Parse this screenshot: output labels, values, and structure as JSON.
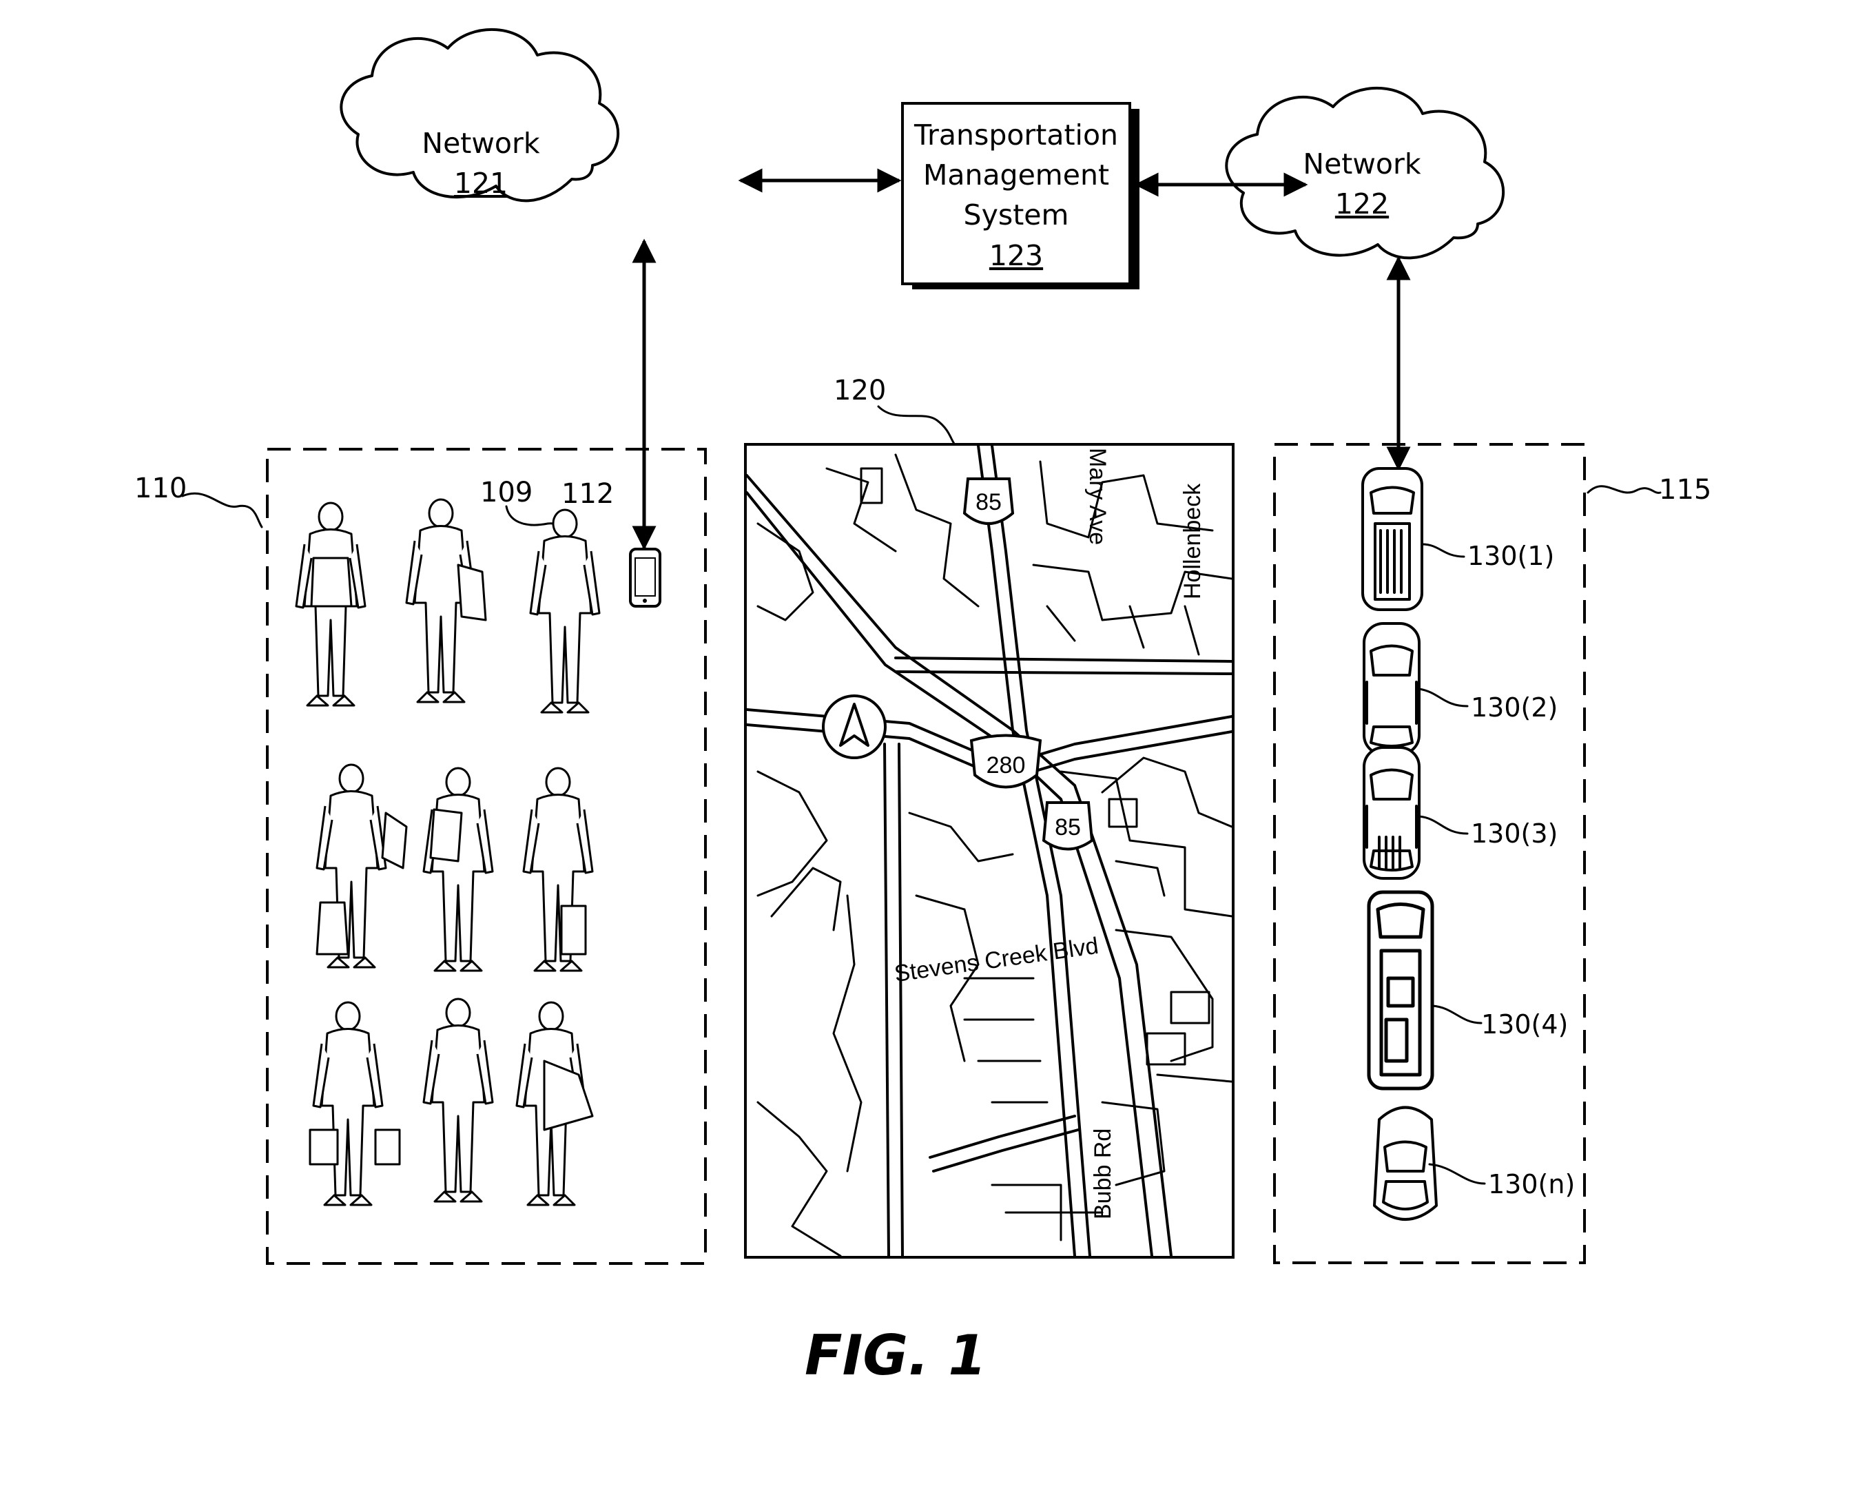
{
  "network_left": {
    "name": "Network",
    "ref": "121"
  },
  "network_right": {
    "name": "Network",
    "ref": "122"
  },
  "tms": {
    "line1": "Transportation",
    "line2": "Management",
    "line3": "System",
    "ref": "123"
  },
  "refs": {
    "riders_group": "110",
    "rider": "109",
    "device": "112",
    "map": "120",
    "vehicles_group": "115"
  },
  "map_labels": {
    "hwy_85_top": "85",
    "hwy_280": "280",
    "hwy_85_bottom": "85",
    "mary_ave": "Mary Ave",
    "hollenbeck": "Hollenbeck",
    "stevens_creek": "Stevens Creek Blvd",
    "bubb_rd": "Bubb Rd"
  },
  "vehicles": [
    "130(1)",
    "130(2)",
    "130(3)",
    "130(4)",
    "130(n)"
  ],
  "caption": "FIG. 1",
  "icons": [
    "cloud-icon",
    "smartphone-icon",
    "navigation-arrow-icon",
    "highway-shield-icon",
    "car-icon",
    "person-icon"
  ]
}
